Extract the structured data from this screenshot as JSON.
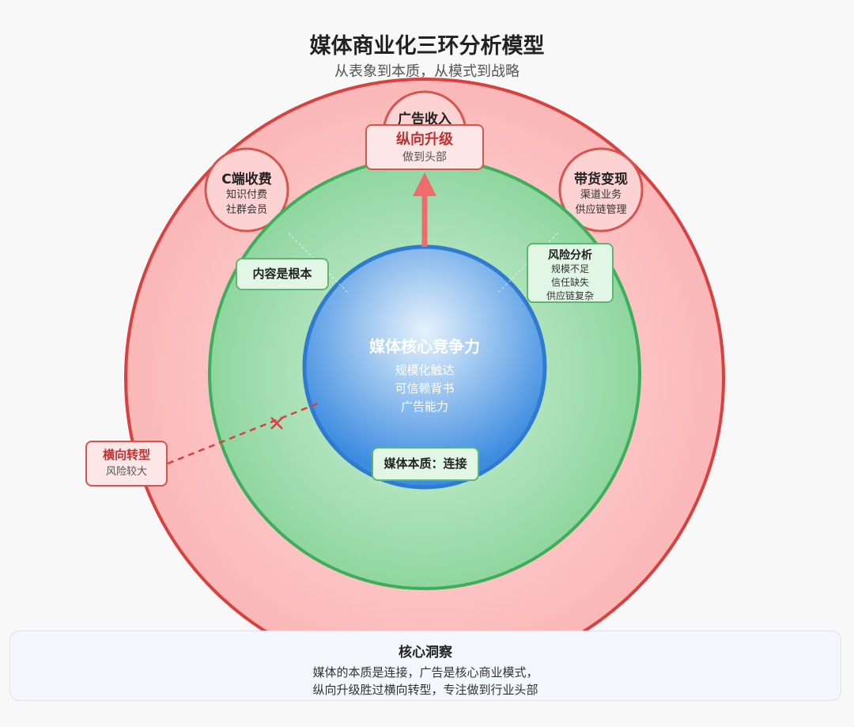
{
  "header": {
    "title": "媒体商业化三环分析模型",
    "subtitle": "从表象到本质，从模式到战略"
  },
  "outer_ring": {
    "ad": {
      "title": "广告收入"
    },
    "c_end": {
      "title": "C端收费",
      "lines": [
        "知识付费",
        "社群会员"
      ]
    },
    "commerce": {
      "title": "带货变现",
      "lines": [
        "渠道业务",
        "供应链管理"
      ]
    }
  },
  "vertical": {
    "title": "纵向升级",
    "sub": "做到头部"
  },
  "horizontal": {
    "title": "横向转型",
    "sub": "风险较大"
  },
  "middle_ring": {
    "content": {
      "title": "内容是根本"
    },
    "risk": {
      "title": "风险分析",
      "lines": [
        "规模不足",
        "信任缺失",
        "供应链复杂"
      ]
    }
  },
  "core": {
    "title": "媒体核心竞争力",
    "lines": [
      "规模化触达",
      "可信赖背书",
      "广告能力"
    ],
    "essence": "媒体本质：连接"
  },
  "insight": {
    "title": "核心洞察",
    "lines": [
      "媒体的本质是连接，广告是核心商业模式，",
      "纵向升级胜过横向转型，专注做到行业头部"
    ]
  },
  "colors": {
    "red": "#d9403e",
    "green": "#4cb866",
    "blue": "#3a86d8"
  }
}
